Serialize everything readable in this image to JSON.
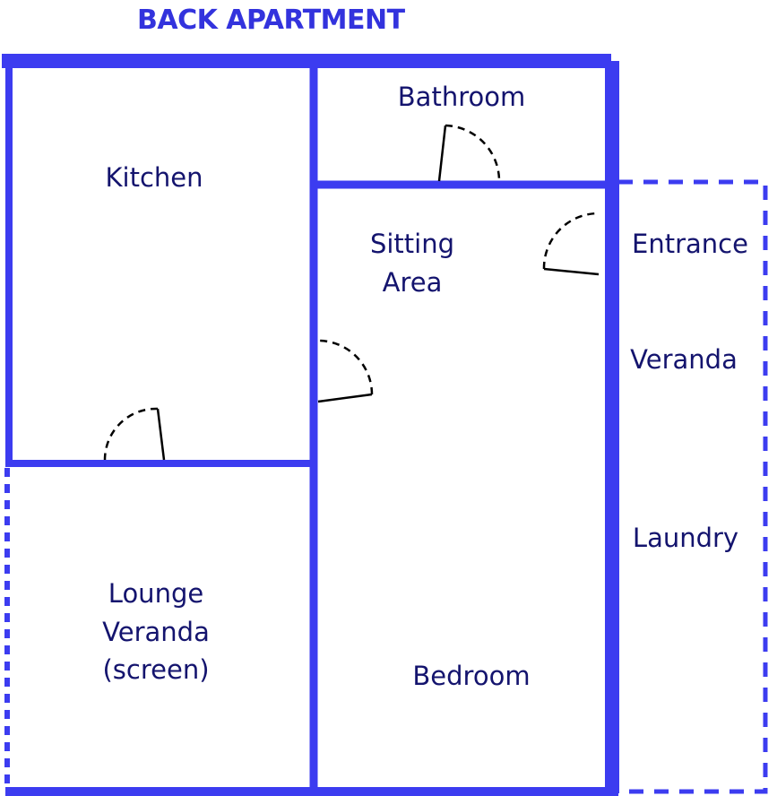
{
  "title": "BACK APARTMENT",
  "rooms": {
    "kitchen": "Kitchen",
    "bathroom": "Bathroom",
    "sitting_area": [
      "Sitting",
      "Area"
    ],
    "lounge_veranda": [
      "Lounge",
      "Veranda",
      "(screen)"
    ],
    "bedroom": "Bedroom",
    "entrance": "Entrance",
    "veranda": "Veranda",
    "laundry": "Laundry"
  },
  "colors": {
    "wall": "#3c3cf0",
    "title": "#3333dd",
    "label": "#14146e",
    "door": "#000000"
  }
}
